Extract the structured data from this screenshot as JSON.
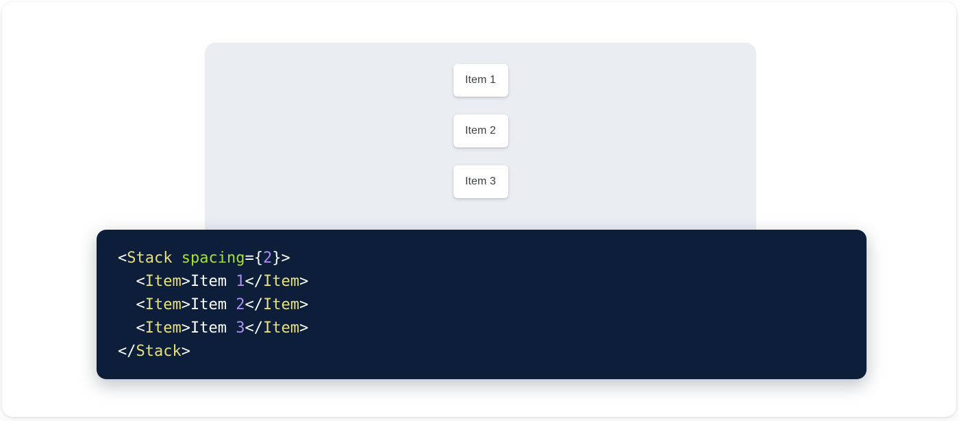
{
  "preview": {
    "panel_name": "component-preview-panel",
    "background_color": "#eaedf2",
    "stack": {
      "component": "Stack",
      "spacing": 2,
      "direction": "column",
      "items": [
        {
          "label": "Item 1"
        },
        {
          "label": "Item 2"
        },
        {
          "label": "Item 3"
        }
      ]
    }
  },
  "code": {
    "language": "jsx",
    "background_color": "#0c1e3a",
    "colors": {
      "tag": "#e8e07a",
      "attribute": "#a6e22e",
      "number": "#ab8ff0",
      "punctuation": "#ffffff",
      "text": "#ffffff"
    },
    "lines": [
      {
        "id": "line-1",
        "tokens": [
          {
            "t": "<",
            "k": "punct"
          },
          {
            "t": "Stack",
            "k": "tag"
          },
          {
            "t": " ",
            "k": "punct"
          },
          {
            "t": "spacing",
            "k": "attr"
          },
          {
            "t": "={",
            "k": "punct"
          },
          {
            "t": "2",
            "k": "number"
          },
          {
            "t": "}>",
            "k": "punct"
          }
        ]
      },
      {
        "id": "line-2",
        "tokens": [
          {
            "t": "  <",
            "k": "punct"
          },
          {
            "t": "Item",
            "k": "tag"
          },
          {
            "t": ">",
            "k": "punct"
          },
          {
            "t": "Item ",
            "k": "text"
          },
          {
            "t": "1",
            "k": "number"
          },
          {
            "t": "</",
            "k": "punct"
          },
          {
            "t": "Item",
            "k": "tag"
          },
          {
            "t": ">",
            "k": "punct"
          }
        ]
      },
      {
        "id": "line-3",
        "tokens": [
          {
            "t": "  <",
            "k": "punct"
          },
          {
            "t": "Item",
            "k": "tag"
          },
          {
            "t": ">",
            "k": "punct"
          },
          {
            "t": "Item ",
            "k": "text"
          },
          {
            "t": "2",
            "k": "number"
          },
          {
            "t": "</",
            "k": "punct"
          },
          {
            "t": "Item",
            "k": "tag"
          },
          {
            "t": ">",
            "k": "punct"
          }
        ]
      },
      {
        "id": "line-4",
        "tokens": [
          {
            "t": "  <",
            "k": "punct"
          },
          {
            "t": "Item",
            "k": "tag"
          },
          {
            "t": ">",
            "k": "punct"
          },
          {
            "t": "Item ",
            "k": "text"
          },
          {
            "t": "3",
            "k": "number"
          },
          {
            "t": "</",
            "k": "punct"
          },
          {
            "t": "Item",
            "k": "tag"
          },
          {
            "t": ">",
            "k": "punct"
          }
        ]
      },
      {
        "id": "line-5",
        "tokens": [
          {
            "t": "</",
            "k": "punct"
          },
          {
            "t": "Stack",
            "k": "tag"
          },
          {
            "t": ">",
            "k": "punct"
          }
        ]
      }
    ]
  }
}
